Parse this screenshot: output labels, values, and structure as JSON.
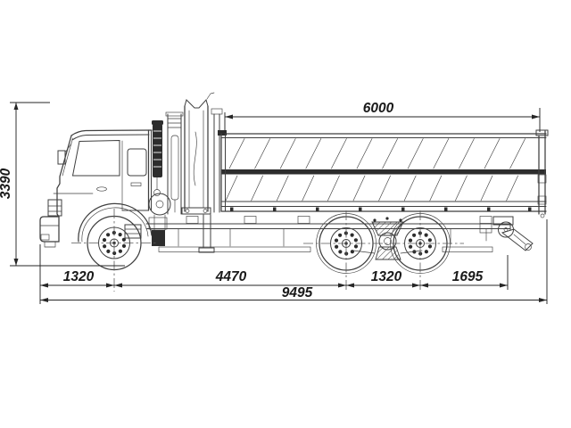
{
  "colors": {
    "background": "#ffffff",
    "line": "#3f3f3f",
    "dark_fill": "#2d2d2d",
    "dimension_line": "#262626",
    "text": "#1a1a1a"
  },
  "dimensions": {
    "overall_height": {
      "label": "3390",
      "orientation": "vertical"
    },
    "bed_length": {
      "label": "6000",
      "orientation": "horizontal"
    },
    "front_overhang": {
      "label": "1320",
      "orientation": "horizontal"
    },
    "wheelbase": {
      "label": "4470",
      "orientation": "horizontal"
    },
    "rear_bogie_spacing": {
      "label": "1320",
      "orientation": "horizontal"
    },
    "rear_overhang": {
      "label": "1695",
      "orientation": "horizontal"
    },
    "overall_length": {
      "label": "9495",
      "orientation": "horizontal"
    }
  }
}
